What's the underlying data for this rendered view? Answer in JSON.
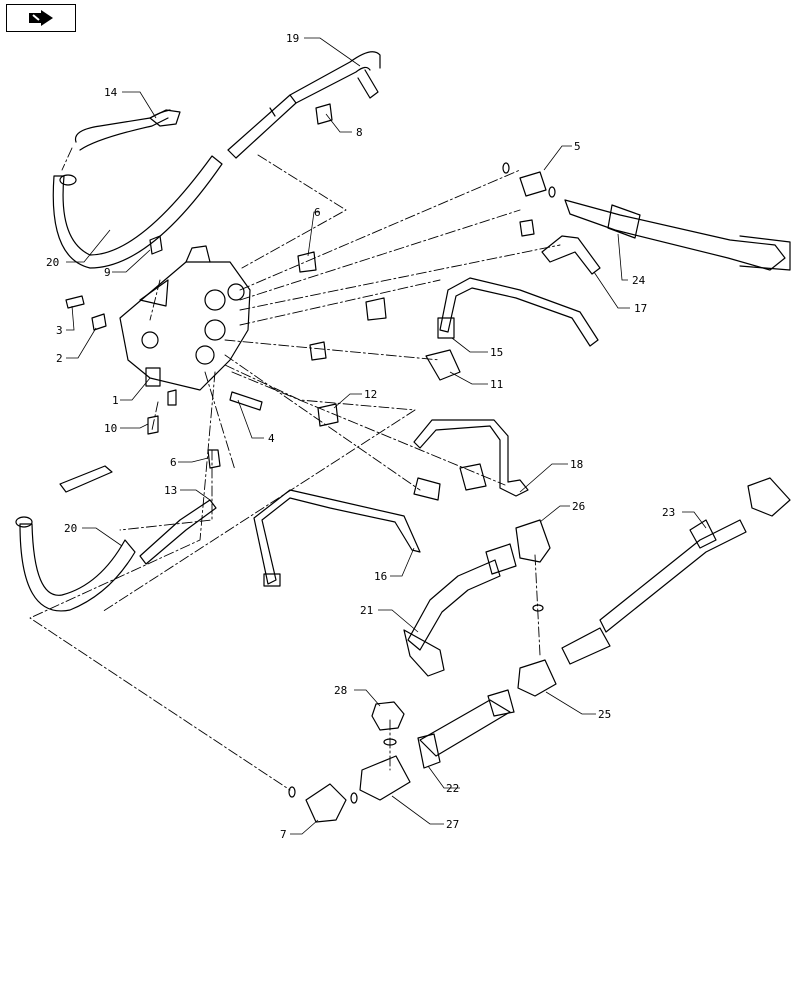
{
  "diagram": {
    "nav_icon": "navigate-arrow-icon",
    "callouts": [
      {
        "id": "c1",
        "label": "1"
      },
      {
        "id": "c2",
        "label": "2"
      },
      {
        "id": "c3",
        "label": "3"
      },
      {
        "id": "c4",
        "label": "4"
      },
      {
        "id": "c5",
        "label": "5"
      },
      {
        "id": "c6a",
        "label": "6"
      },
      {
        "id": "c6b",
        "label": "6"
      },
      {
        "id": "c7",
        "label": "7"
      },
      {
        "id": "c8",
        "label": "8"
      },
      {
        "id": "c9",
        "label": "9"
      },
      {
        "id": "c10",
        "label": "10"
      },
      {
        "id": "c11",
        "label": "11"
      },
      {
        "id": "c12",
        "label": "12"
      },
      {
        "id": "c13",
        "label": "13"
      },
      {
        "id": "c14",
        "label": "14"
      },
      {
        "id": "c15",
        "label": "15"
      },
      {
        "id": "c16",
        "label": "16"
      },
      {
        "id": "c17",
        "label": "17"
      },
      {
        "id": "c18",
        "label": "18"
      },
      {
        "id": "c19",
        "label": "19"
      },
      {
        "id": "c20a",
        "label": "20"
      },
      {
        "id": "c20b",
        "label": "20"
      },
      {
        "id": "c21",
        "label": "21"
      },
      {
        "id": "c22",
        "label": "22"
      },
      {
        "id": "c23",
        "label": "23"
      },
      {
        "id": "c24",
        "label": "24"
      },
      {
        "id": "c25",
        "label": "25"
      },
      {
        "id": "c26",
        "label": "26"
      },
      {
        "id": "c27",
        "label": "27"
      },
      {
        "id": "c28",
        "label": "28"
      }
    ]
  }
}
